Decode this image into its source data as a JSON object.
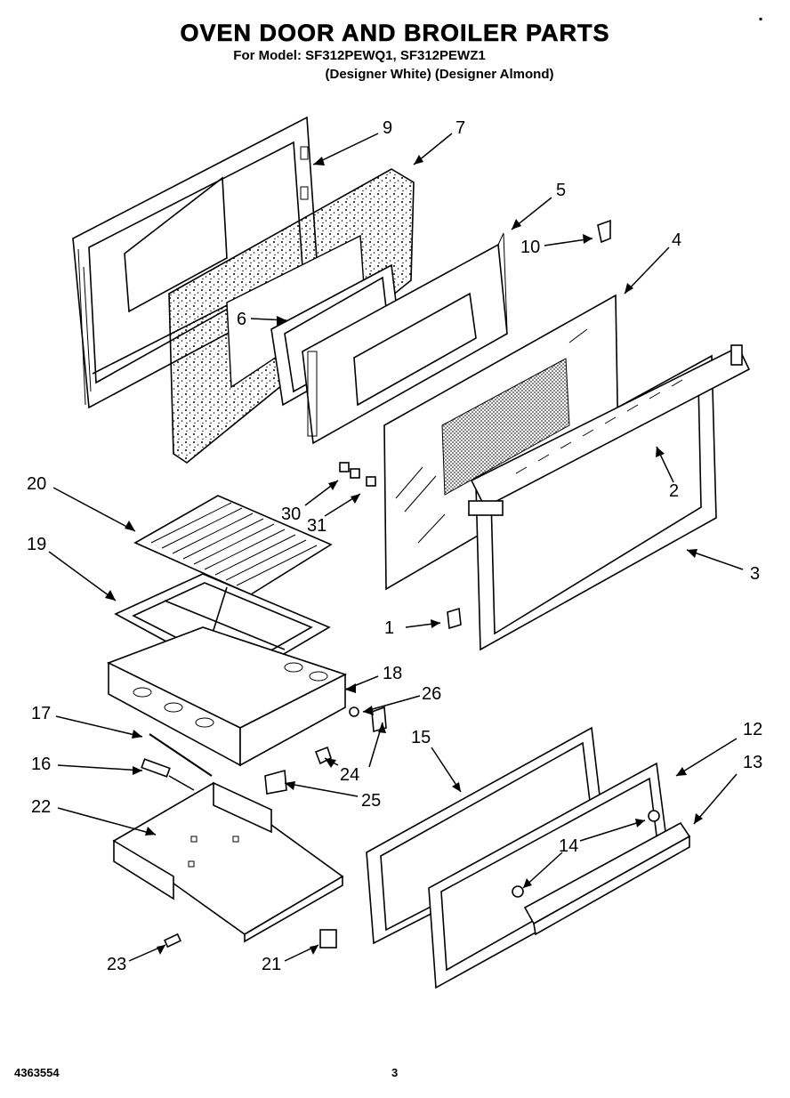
{
  "header": {
    "title": "OVEN DOOR AND BROILER PARTS",
    "model_line": "For Model: SF312PEWQ1, SF312PEWZ1",
    "variant_line": "(Designer White) (Designer Almond)"
  },
  "corner_mark": "▪",
  "footer": {
    "doc_number": "4363554",
    "page_number": "3"
  },
  "callouts": [
    "9",
    "7",
    "5",
    "10",
    "4",
    "6",
    "2",
    "20",
    "30",
    "31",
    "3",
    "19",
    "1",
    "18",
    "26",
    "17",
    "24",
    "15",
    "12",
    "13",
    "16",
    "25",
    "22",
    "14",
    "23",
    "21"
  ]
}
